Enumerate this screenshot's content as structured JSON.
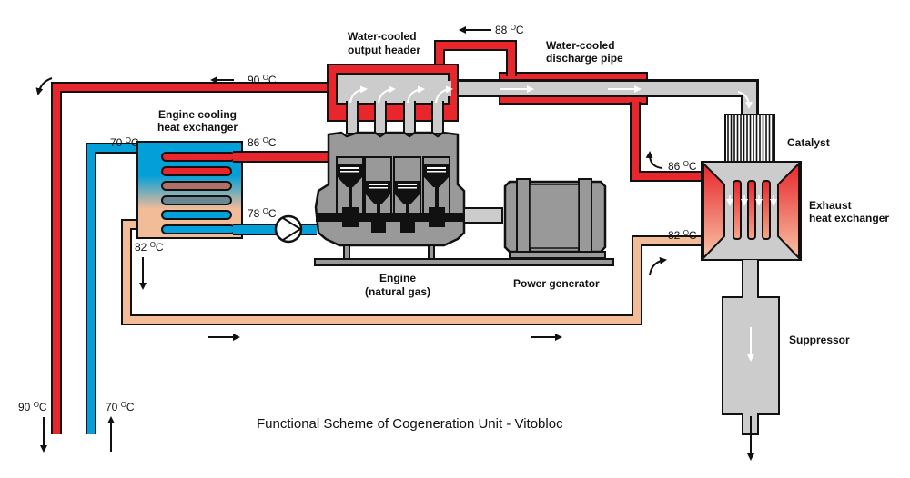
{
  "title": "Functional Scheme of Cogeneration Unit - Vitobloc",
  "colors": {
    "hot_water": "#e8262c",
    "cold_water": "#039fd8",
    "warm_water": "#f3bc98",
    "exhaust_gas": "#cccccc",
    "engine_body": "#999999",
    "outline": "#111111"
  },
  "components": {
    "output_header": "Water-cooled\noutput header",
    "output_header_l1": "Water-cooled",
    "output_header_l2": "output header",
    "discharge_pipe_l1": "Water-cooled",
    "discharge_pipe_l2": "discharge pipe",
    "engine_hx_l1": "Engine cooling",
    "engine_hx_l2": "heat exchanger",
    "engine_l1": "Engine",
    "engine_l2": "(natural gas)",
    "generator": "Power generator",
    "catalyst": "Catalyst",
    "exhaust_hx_l1": "Exhaust",
    "exhaust_hx_l2": "heat exchanger",
    "suppressor": "Suppressor"
  },
  "temperatures": {
    "supply_top": {
      "value": "90",
      "unit": "C"
    },
    "header_loop": {
      "value": "88",
      "unit": "C"
    },
    "hx_cold_in": {
      "value": "70",
      "unit": "C"
    },
    "hx_hot_out": {
      "value": "86",
      "unit": "C"
    },
    "hx_return": {
      "value": "78",
      "unit": "C"
    },
    "hx_warm_out": {
      "value": "82",
      "unit": "C"
    },
    "exhaust_hx_out": {
      "value": "86",
      "unit": "C"
    },
    "exhaust_hx_in": {
      "value": "82",
      "unit": "C"
    },
    "supply_bottom": {
      "value": "90",
      "unit": "C"
    },
    "return_bottom": {
      "value": "70",
      "unit": "C"
    }
  },
  "degree_symbol": "O"
}
